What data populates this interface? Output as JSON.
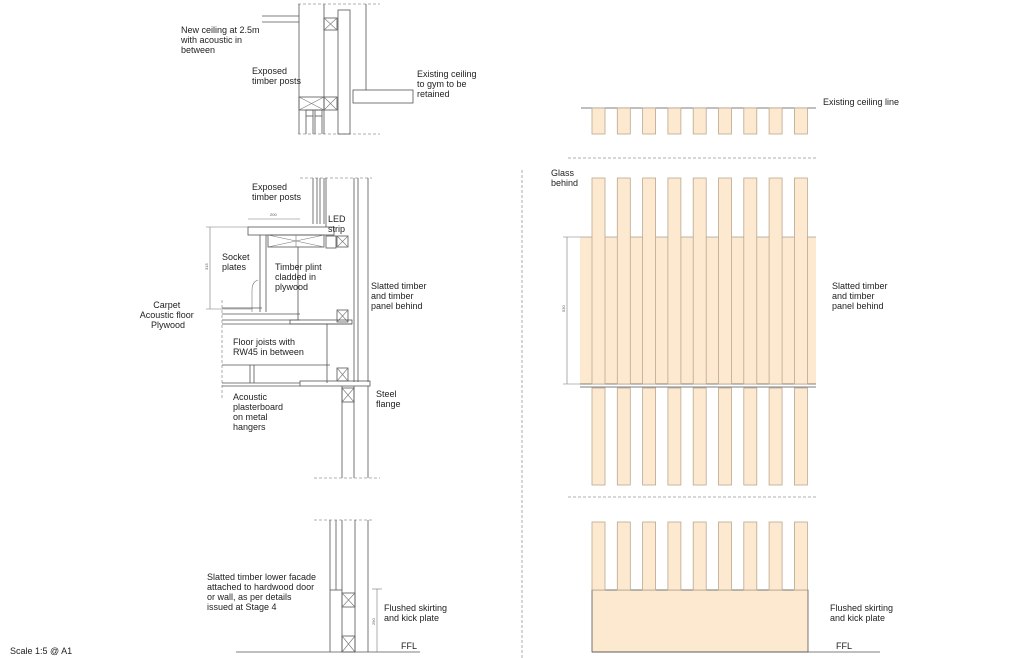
{
  "labels": {
    "new_ceiling": [
      "New ceiling at 2.5m",
      "with acoustic in",
      "between"
    ],
    "exposed_posts_top": [
      "Exposed",
      "timber posts"
    ],
    "existing_ceiling_gym": [
      "Existing ceiling",
      "to gym to be",
      "retained"
    ],
    "exposed_posts_mid": [
      "Exposed",
      "timber posts"
    ],
    "led_strip": [
      "LED",
      "strip"
    ],
    "socket_plates": [
      "Socket",
      "plates"
    ],
    "timber_plint": [
      "Timber plint",
      "cladded in",
      "plywood"
    ],
    "floor_build_up": [
      "Carpet",
      "Acoustic floor",
      "Plywood"
    ],
    "slatted_left": [
      "Slatted timber",
      "and timber",
      "panel behind"
    ],
    "floor_joists": [
      "Floor joists with",
      "RW45 in between"
    ],
    "acoustic_plasterboard": [
      "Acoustic",
      "plasterboard",
      "on metal",
      "hangers"
    ],
    "steel_flange": [
      "Steel",
      "flange"
    ],
    "lower_facade": [
      "Slatted timber lower facade",
      "attached to hardwood door",
      "or wall, as per details",
      "issued at Stage 4"
    ],
    "skirting_left": [
      "Flushed skirting",
      "and kick plate"
    ],
    "ffl_left": "FFL",
    "scale": "Scale 1:5 @ A1",
    "existing_ceiling_line": "Existing ceiling line",
    "glass_behind": [
      "Glass",
      "behind"
    ],
    "slatted_right": [
      "Slatted timber",
      "and timber",
      "panel behind"
    ],
    "skirting_right": [
      "Flushed skirting",
      "and kick plate"
    ],
    "ffl_right": "FFL"
  },
  "dimensions": {
    "plint_width": "200",
    "plint_height": "315",
    "panel_height": "530",
    "skirting_height": "290"
  },
  "colors": {
    "timber": "#fde9cf",
    "line": "#555555"
  },
  "elevation": {
    "slat_count": 9
  }
}
